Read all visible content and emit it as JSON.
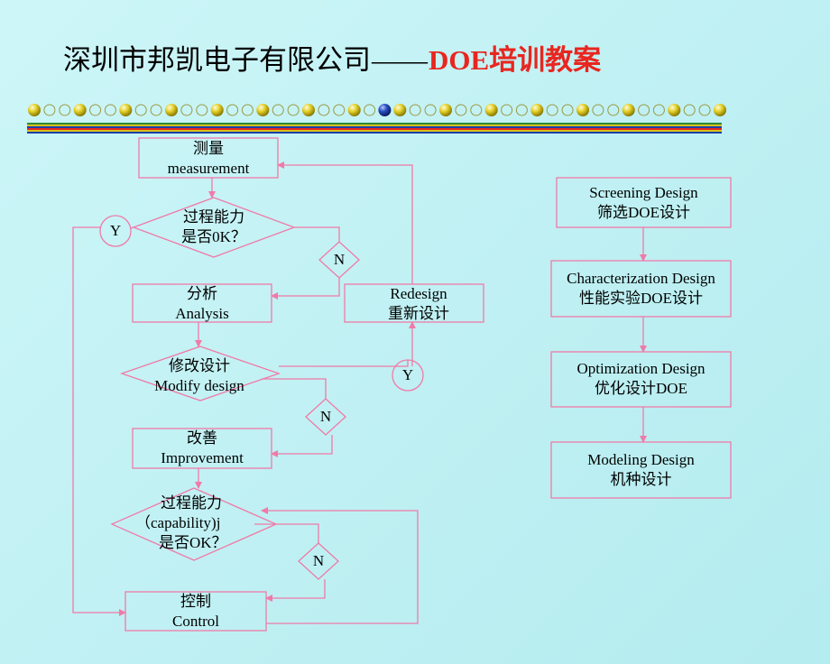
{
  "header": {
    "company": "深圳市邦凯电子有限公司",
    "separator": "——",
    "course": "DOE培训教案"
  },
  "colors": {
    "accent_red": "#e8261f",
    "connector_pink": "#f07aa8",
    "bead_gold": "#d8c21a",
    "bead_blue": "#1c3fa8"
  },
  "flow": {
    "measure": {
      "line1": "测量",
      "line2": "measurement"
    },
    "decision1": {
      "line1": "过程能力",
      "line2": "是否0K？"
    },
    "y1": "Y",
    "n1": "N",
    "analysis": {
      "line1": "分析",
      "line2": "Analysis"
    },
    "redesign": {
      "line1": "Redesign",
      "line2": "重新设计"
    },
    "decision2": {
      "line1": "修改设计",
      "line2": "Modify design"
    },
    "y2": "Y",
    "n2": "N",
    "improve": {
      "line1": "改善",
      "line2": "Improvement"
    },
    "decision3": {
      "line1": "过程能力",
      "line2": "（capability)j",
      "line3": "是否OK？"
    },
    "n3": "N",
    "control": {
      "line1": "控制",
      "line2": "Control"
    }
  },
  "stages": [
    {
      "line1": "Screening Design",
      "line2": "筛选DOE设计"
    },
    {
      "line1": "Characterization Design",
      "line2": "性能实验DOE设计"
    },
    {
      "line1": "Optimization Design",
      "line2": "优化设计DOE"
    },
    {
      "line1": "Modeling Design",
      "line2": "机种设计"
    }
  ]
}
